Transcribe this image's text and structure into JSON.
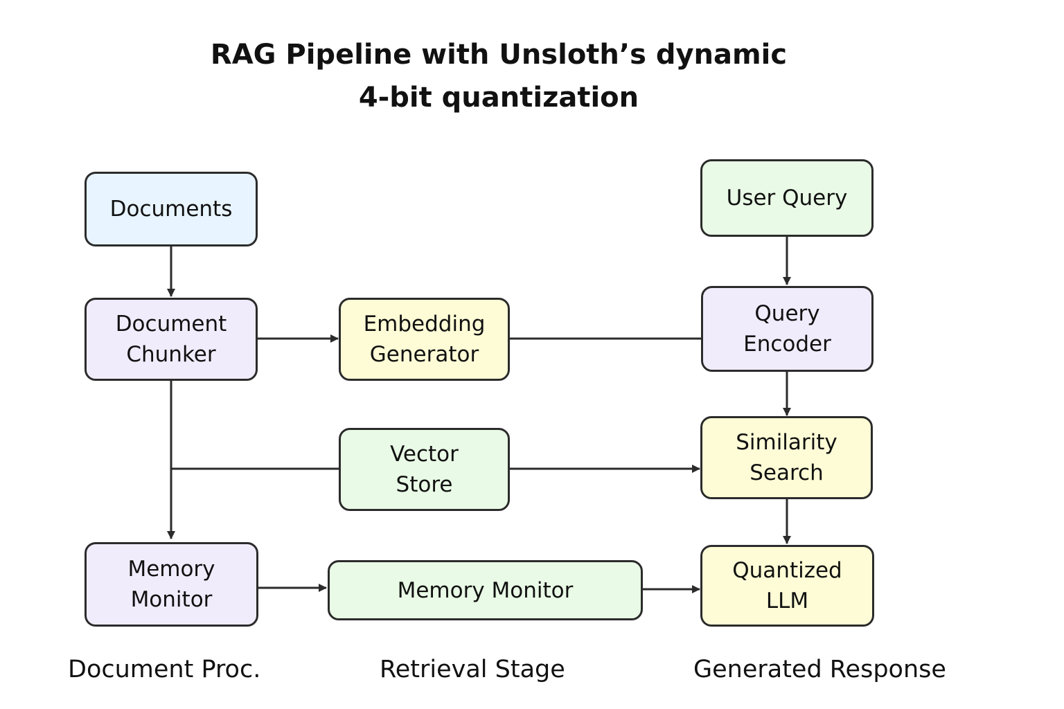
{
  "title": {
    "line1": "RAG Pipeline with Unsloth’s dynamic",
    "line2": "4-bit quantization"
  },
  "nodes": {
    "documents": {
      "label": "Documents",
      "color": "#e8f4ff"
    },
    "document_chunker": {
      "label": "Document\nChunker",
      "color": "#f1ecfc"
    },
    "embedding_generator": {
      "label": "Embedding\nGenerator",
      "color": "#fdfcd6"
    },
    "vector_store": {
      "label": "Vector\nStore",
      "color": "#e9fbe6"
    },
    "memory_monitor_left": {
      "label": "Memory\nMonitor",
      "color": "#f1ecfc"
    },
    "memory_monitor_middle": {
      "label": "Memory Monitor",
      "color": "#e9fbe6"
    },
    "user_query": {
      "label": "User Query",
      "color": "#e9fbe6"
    },
    "query_encoder": {
      "label": "Query\nEncoder",
      "color": "#f1ecfc"
    },
    "similarity_search": {
      "label": "Similarity\nSearch",
      "color": "#fdfcd6"
    },
    "quantized_llm": {
      "label": "Quantized\nLLM",
      "color": "#fdfcd6"
    }
  },
  "stages": {
    "document_proc": "Document Proc.",
    "retrieval_stage": "Retrieval Stage",
    "generated_response": "Generated Response"
  },
  "colors": {
    "stroke": "#2b2b2b",
    "text": "#111111",
    "background": "#ffffff"
  }
}
